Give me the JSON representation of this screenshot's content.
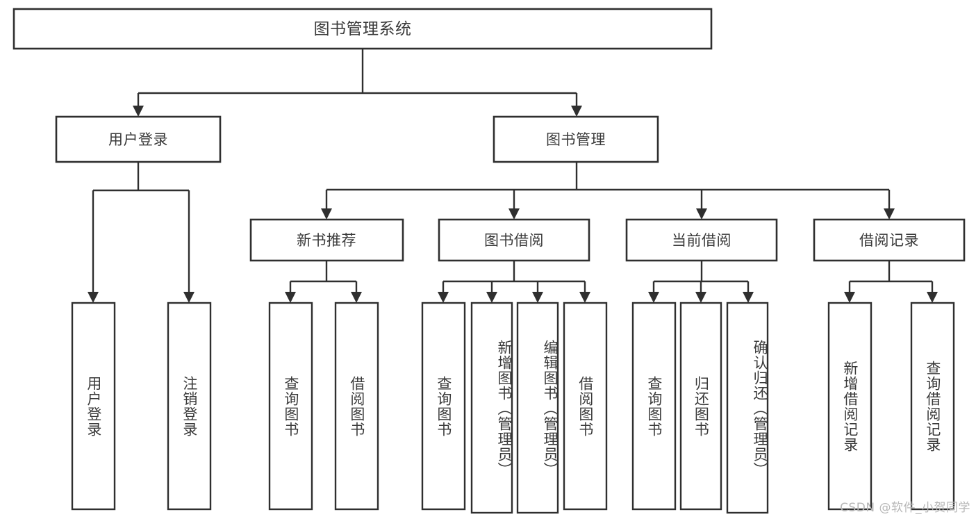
{
  "diagram": {
    "type": "tree",
    "title": "图书管理系统",
    "watermark": "CSDN @软件_小贺同学",
    "colors": {
      "stroke": "#2f2f2f",
      "fill": "#ffffff",
      "text": "#3a3a3a",
      "watermark": "#b7b7b7",
      "background": "#ffffff"
    },
    "nodes": {
      "root": {
        "label": "图书管理系统",
        "level": 1
      },
      "l2": [
        {
          "id": "user-login",
          "label": "用户登录",
          "level": 2
        },
        {
          "id": "book-manage",
          "label": "图书管理",
          "level": 2
        }
      ],
      "l3": [
        {
          "id": "new-book-recommend",
          "label": "新书推荐",
          "level": 3,
          "parent": "book-manage"
        },
        {
          "id": "book-borrow",
          "label": "图书借阅",
          "level": 3,
          "parent": "book-manage"
        },
        {
          "id": "current-borrow",
          "label": "当前借阅",
          "level": 3,
          "parent": "book-manage"
        },
        {
          "id": "borrow-record",
          "label": "借阅记录",
          "level": 3,
          "parent": "book-manage"
        }
      ],
      "leaves": [
        {
          "id": "leaf-user-login",
          "label": "用户登录",
          "parent": "user-login"
        },
        {
          "id": "leaf-logout-login",
          "label": "注销登录",
          "parent": "user-login"
        },
        {
          "id": "leaf-query-book-1",
          "label": "查询图书",
          "parent": "new-book-recommend"
        },
        {
          "id": "leaf-borrow-book-1",
          "label": "借阅图书",
          "parent": "new-book-recommend"
        },
        {
          "id": "leaf-query-book-2",
          "label": "查询图书",
          "parent": "book-borrow"
        },
        {
          "id": "leaf-add-book",
          "label": "新增图书（管理员）",
          "parent": "book-borrow"
        },
        {
          "id": "leaf-edit-book",
          "label": "编辑图书（管理员）",
          "parent": "book-borrow"
        },
        {
          "id": "leaf-borrow-book-2",
          "label": "借阅图书",
          "parent": "book-borrow"
        },
        {
          "id": "leaf-query-book-3",
          "label": "查询图书",
          "parent": "current-borrow"
        },
        {
          "id": "leaf-return-book",
          "label": "归还图书",
          "parent": "current-borrow"
        },
        {
          "id": "leaf-confirm-return",
          "label": "确认归还（管理员）",
          "parent": "current-borrow"
        },
        {
          "id": "leaf-add-record",
          "label": "新增借阅记录",
          "parent": "borrow-record"
        },
        {
          "id": "leaf-query-record",
          "label": "查询借阅记录",
          "parent": "borrow-record"
        }
      ]
    }
  }
}
